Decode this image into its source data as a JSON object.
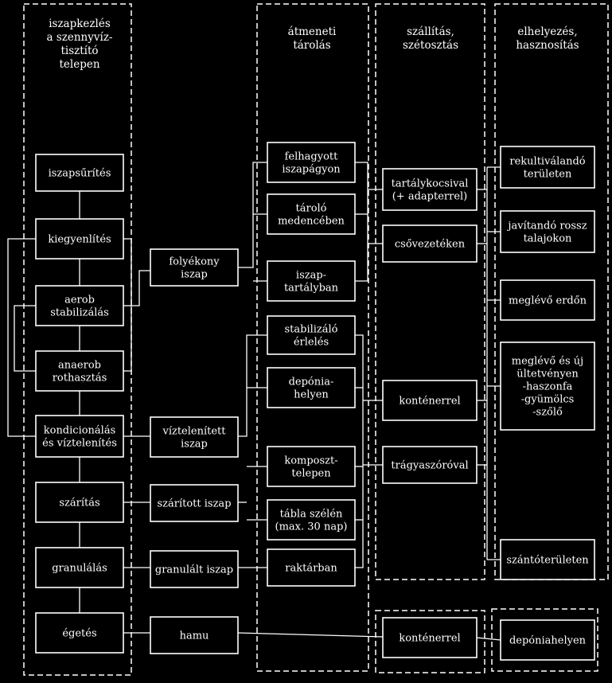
{
  "columns": [
    {
      "id": "c1",
      "title": [
        "iszapkezlés",
        "a szennyvíz-",
        "tisztító",
        "telepen"
      ]
    },
    {
      "id": "c2",
      "title": [
        "átmeneti",
        "tárolás"
      ]
    },
    {
      "id": "c3",
      "title": [
        "szállítás,",
        "szétosztás"
      ]
    },
    {
      "id": "c4",
      "title": [
        "elhelyezés,",
        "hasznosítás"
      ]
    }
  ],
  "treatment": [
    {
      "id": "t1",
      "lines": [
        "iszapsűrítés"
      ]
    },
    {
      "id": "t2",
      "lines": [
        "kiegyenlítés"
      ]
    },
    {
      "id": "t3",
      "lines": [
        "aerob",
        "stabilizálás"
      ]
    },
    {
      "id": "t4",
      "lines": [
        "anaerob",
        "rothasztás"
      ]
    },
    {
      "id": "t5",
      "lines": [
        "kondicionálás",
        "és víztelenítés"
      ]
    },
    {
      "id": "t6",
      "lines": [
        "szárítás"
      ]
    },
    {
      "id": "t7",
      "lines": [
        "granulálás"
      ]
    },
    {
      "id": "t8",
      "lines": [
        "égetés"
      ]
    }
  ],
  "products": [
    {
      "id": "p1",
      "lines": [
        "folyékony",
        "iszap"
      ]
    },
    {
      "id": "p2",
      "lines": [
        "víztelenített",
        "iszap"
      ]
    },
    {
      "id": "p3",
      "lines": [
        "szárított iszap"
      ]
    },
    {
      "id": "p4",
      "lines": [
        "granulált iszap"
      ]
    },
    {
      "id": "p5",
      "lines": [
        "hamu"
      ]
    }
  ],
  "storage": [
    {
      "id": "s1",
      "lines": [
        "felhagyott",
        "iszapágyon"
      ]
    },
    {
      "id": "s2",
      "lines": [
        "tároló",
        "medencében"
      ]
    },
    {
      "id": "s3",
      "lines": [
        "iszap-",
        "tartályban"
      ]
    },
    {
      "id": "s4",
      "lines": [
        "stabilizáló",
        "érlelés"
      ]
    },
    {
      "id": "s5",
      "lines": [
        "depónia-",
        "helyen"
      ]
    },
    {
      "id": "s6",
      "lines": [
        "komposzt-",
        "telepen"
      ]
    },
    {
      "id": "s7",
      "lines": [
        "tábla szélén",
        "(max. 30 nap)"
      ]
    },
    {
      "id": "s8",
      "lines": [
        "raktárban"
      ]
    }
  ],
  "transport": [
    {
      "id": "r1",
      "lines": [
        "tartálykocsival",
        "(+ adapterrel)"
      ]
    },
    {
      "id": "r2",
      "lines": [
        "csővezetéken"
      ]
    },
    {
      "id": "r3",
      "lines": [
        "konténerrel"
      ]
    },
    {
      "id": "r4",
      "lines": [
        "trágyaszóróval"
      ]
    },
    {
      "id": "r5",
      "lines": [
        "konténerrel"
      ]
    }
  ],
  "destinations": [
    {
      "id": "d1",
      "lines": [
        "rekultiválandó",
        "területen"
      ]
    },
    {
      "id": "d2",
      "lines": [
        "javítandó rossz",
        "talajokon"
      ]
    },
    {
      "id": "d3",
      "lines": [
        "meglévő erdőn"
      ]
    },
    {
      "id": "d4",
      "lines": [
        "meglévő és új",
        "ültetvényen",
        "-haszonfa",
        "-gyümölcs",
        "-szőlő"
      ]
    },
    {
      "id": "d5",
      "lines": [
        "szántóterületen"
      ]
    },
    {
      "id": "d6",
      "lines": [
        "depóniahelyen"
      ]
    }
  ]
}
